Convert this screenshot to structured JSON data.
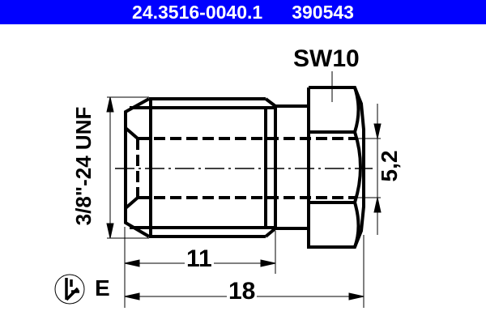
{
  "header": {
    "part_number": "24.3516-0040.1",
    "article_number": "390543",
    "background_color": "#0000ff",
    "text_color": "#ffffff"
  },
  "drawing": {
    "wrench_size_label": "SW10",
    "thread_label": "3/8\"-24 UNF",
    "bore_diameter_label": "5,2",
    "thread_length_label": "11",
    "total_length_label": "18",
    "material_symbol": "flare-type-icon",
    "material_label": "E"
  }
}
